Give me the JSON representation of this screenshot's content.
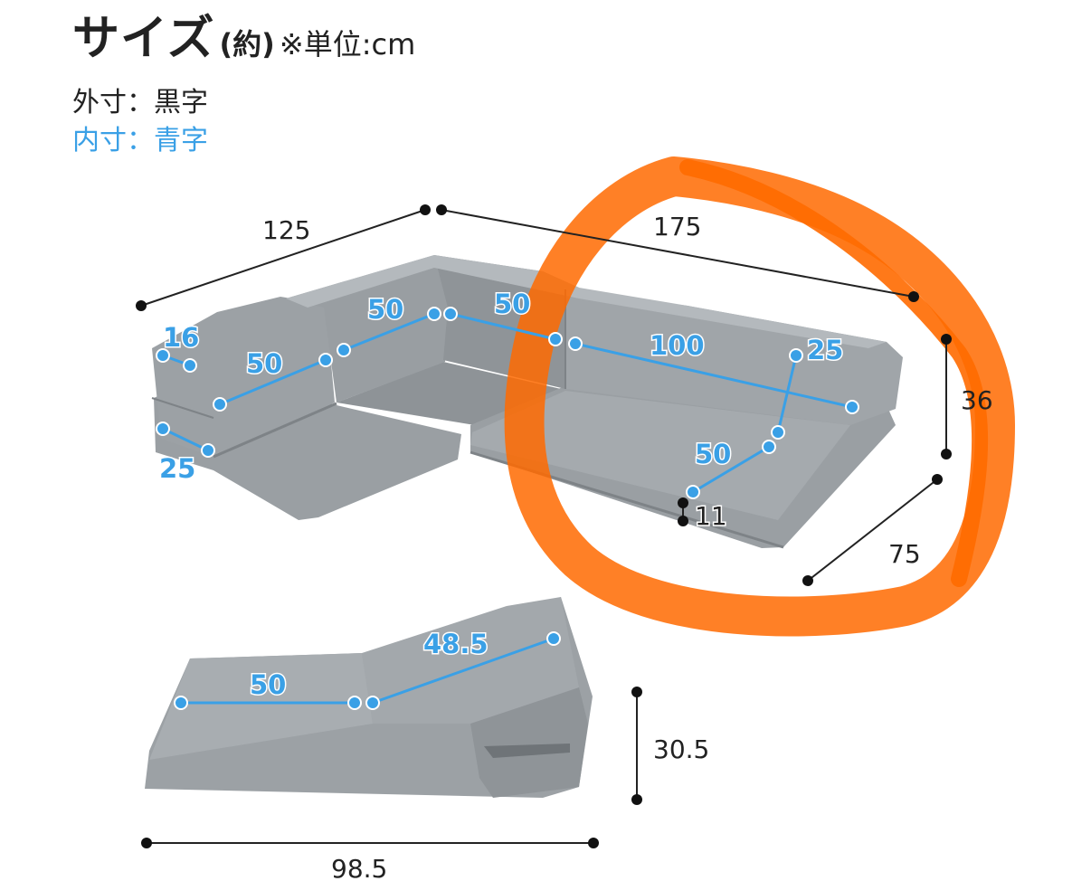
{
  "header": {
    "title": "サイズ",
    "approx": "(約)",
    "unit_note": "※単位:cm"
  },
  "legend": {
    "outer": "外寸：黒字",
    "inner": "内寸：青字"
  },
  "colors": {
    "outer_dimension": "#222222",
    "inner_dimension": "#3aa0e6",
    "sofa_gray": "#9a9fa3",
    "marker": "#ff6a00"
  },
  "sofa_dimensions": {
    "outer": {
      "left_width": "125",
      "right_width": "175",
      "height": "36",
      "depth": "75",
      "seat_height": "11"
    },
    "inner": {
      "left_arm_top": "16",
      "left_arm_side": "25",
      "left_back_lower": "50",
      "left_back_upper": "50",
      "corner_back": "50",
      "right_back": "100",
      "right_arm": "25",
      "seat_depth": "50"
    }
  },
  "chair_dimensions": {
    "outer": {
      "width": "98.5",
      "height": "30.5"
    },
    "inner": {
      "seat": "50",
      "back": "48.5"
    }
  }
}
